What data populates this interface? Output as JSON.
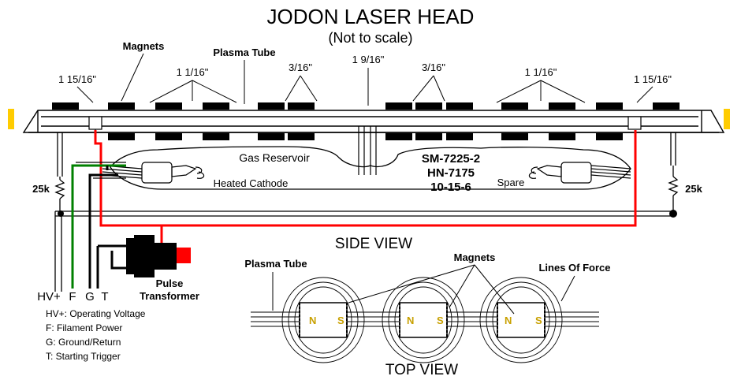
{
  "header": {
    "title": "JODON LASER HEAD",
    "subtitle": "(Not to scale)"
  },
  "side_view": {
    "label": "SIDE VIEW",
    "callouts": {
      "magnets": "Magnets",
      "plasma_tube": "Plasma Tube",
      "dim_outer_left": "1 15/16\"",
      "dim_mid_left": "1 1/16\"",
      "dim_inner_left": "3/16\"",
      "dim_center": "1  9/16\"",
      "dim_inner_right": "3/16\"",
      "dim_mid_right": "1 1/16\"",
      "dim_outer_right": "1 15/16\""
    },
    "tube_labels": {
      "gas_reservoir": "Gas Reservoir",
      "heated_cathode": "Heated Cathode",
      "spare": "Spare",
      "part_1": "SM-7225-2",
      "part_2": "HN-7175",
      "part_3": "10-15-6"
    },
    "resistor_left": "25k",
    "resistor_right": "25k",
    "pulse_transformer_1": "Pulse",
    "pulse_transformer_2": "Transformer",
    "pins": [
      "HV+",
      "F",
      "G",
      "T"
    ]
  },
  "legend": [
    "HV+: Operating Voltage",
    "F: Filament Power",
    "G: Ground/Return",
    "T: Starting Trigger"
  ],
  "top_view": {
    "label": "TOP VIEW",
    "plasma_tube": "Plasma Tube",
    "magnets": "Magnets",
    "lines_of_force": "Lines Of Force",
    "pole_n": "N",
    "pole_s": "S"
  },
  "colors": {
    "wire_red": "#ff0000",
    "wire_green": "#008000",
    "end_mirror": "#ffcc00",
    "pole_label": "#c8a000",
    "magnet": "#000000"
  }
}
